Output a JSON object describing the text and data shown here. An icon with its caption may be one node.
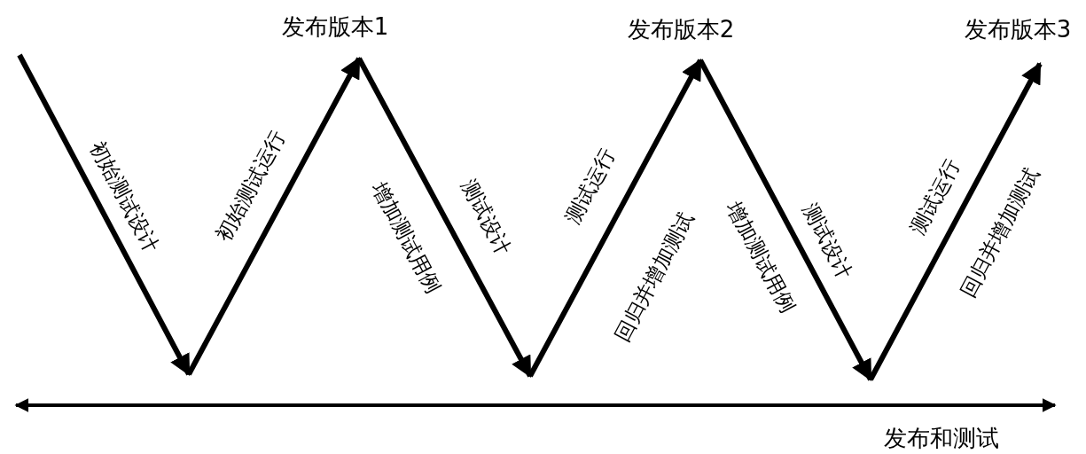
{
  "diagram": {
    "labels": [
      "发布版本1",
      "发布版本2",
      "发布版本3",
      "初始测试设计",
      "初始测试运行",
      "增加测试用例",
      "测试设计",
      "测试运行",
      "回归并增加测试",
      "增加测试用例",
      "测试设计",
      "测试运行",
      "回归并增加测试",
      "发布和测试"
    ]
  }
}
